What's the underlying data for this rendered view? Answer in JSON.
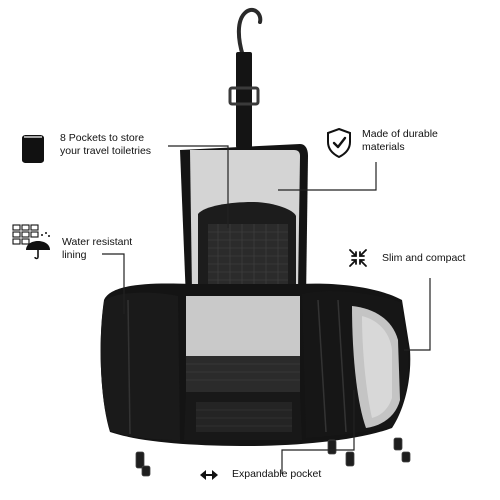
{
  "features": {
    "pockets": {
      "line1": "8 Pockets to store",
      "line2": "your travel toiletries",
      "icon": "pouch-icon"
    },
    "durable": {
      "line1": "Made of durable",
      "line2": "materials",
      "icon": "shield-check-icon"
    },
    "water": {
      "line1": "Water resistant",
      "line2": "lining",
      "icon": "umbrella-rain-icon"
    },
    "slim": {
      "line1": "Slim and compact",
      "icon": "compress-arrows-icon"
    },
    "expand": {
      "line1": "Expandable pocket",
      "icon": "double-arrow-icon"
    }
  },
  "colors": {
    "bag": "#141414",
    "lining": "#c9c9c9",
    "line": "#222222"
  }
}
